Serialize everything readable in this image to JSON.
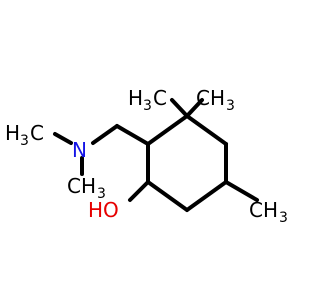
{
  "molecule": {
    "atoms": {
      "ch3_top_left": {
        "main": "H",
        "sub": "3",
        "tail": "C"
      },
      "ch3_top_right": {
        "text": "CH",
        "sub": "3"
      },
      "ch3_left": {
        "text": "H",
        "sub": "3",
        "tail": "C"
      },
      "nitrogen": {
        "text": "N"
      },
      "ch3_n_lower": {
        "text": "CH",
        "sub": "3"
      },
      "hydroxyl": {
        "text": "HO"
      },
      "ch3_right": {
        "text": "CH",
        "sub": "3"
      }
    },
    "colors": {
      "bond": "#000000",
      "carbon_text": "#000000",
      "nitrogen": "#1414e6",
      "oxygen": "#e60000"
    }
  }
}
